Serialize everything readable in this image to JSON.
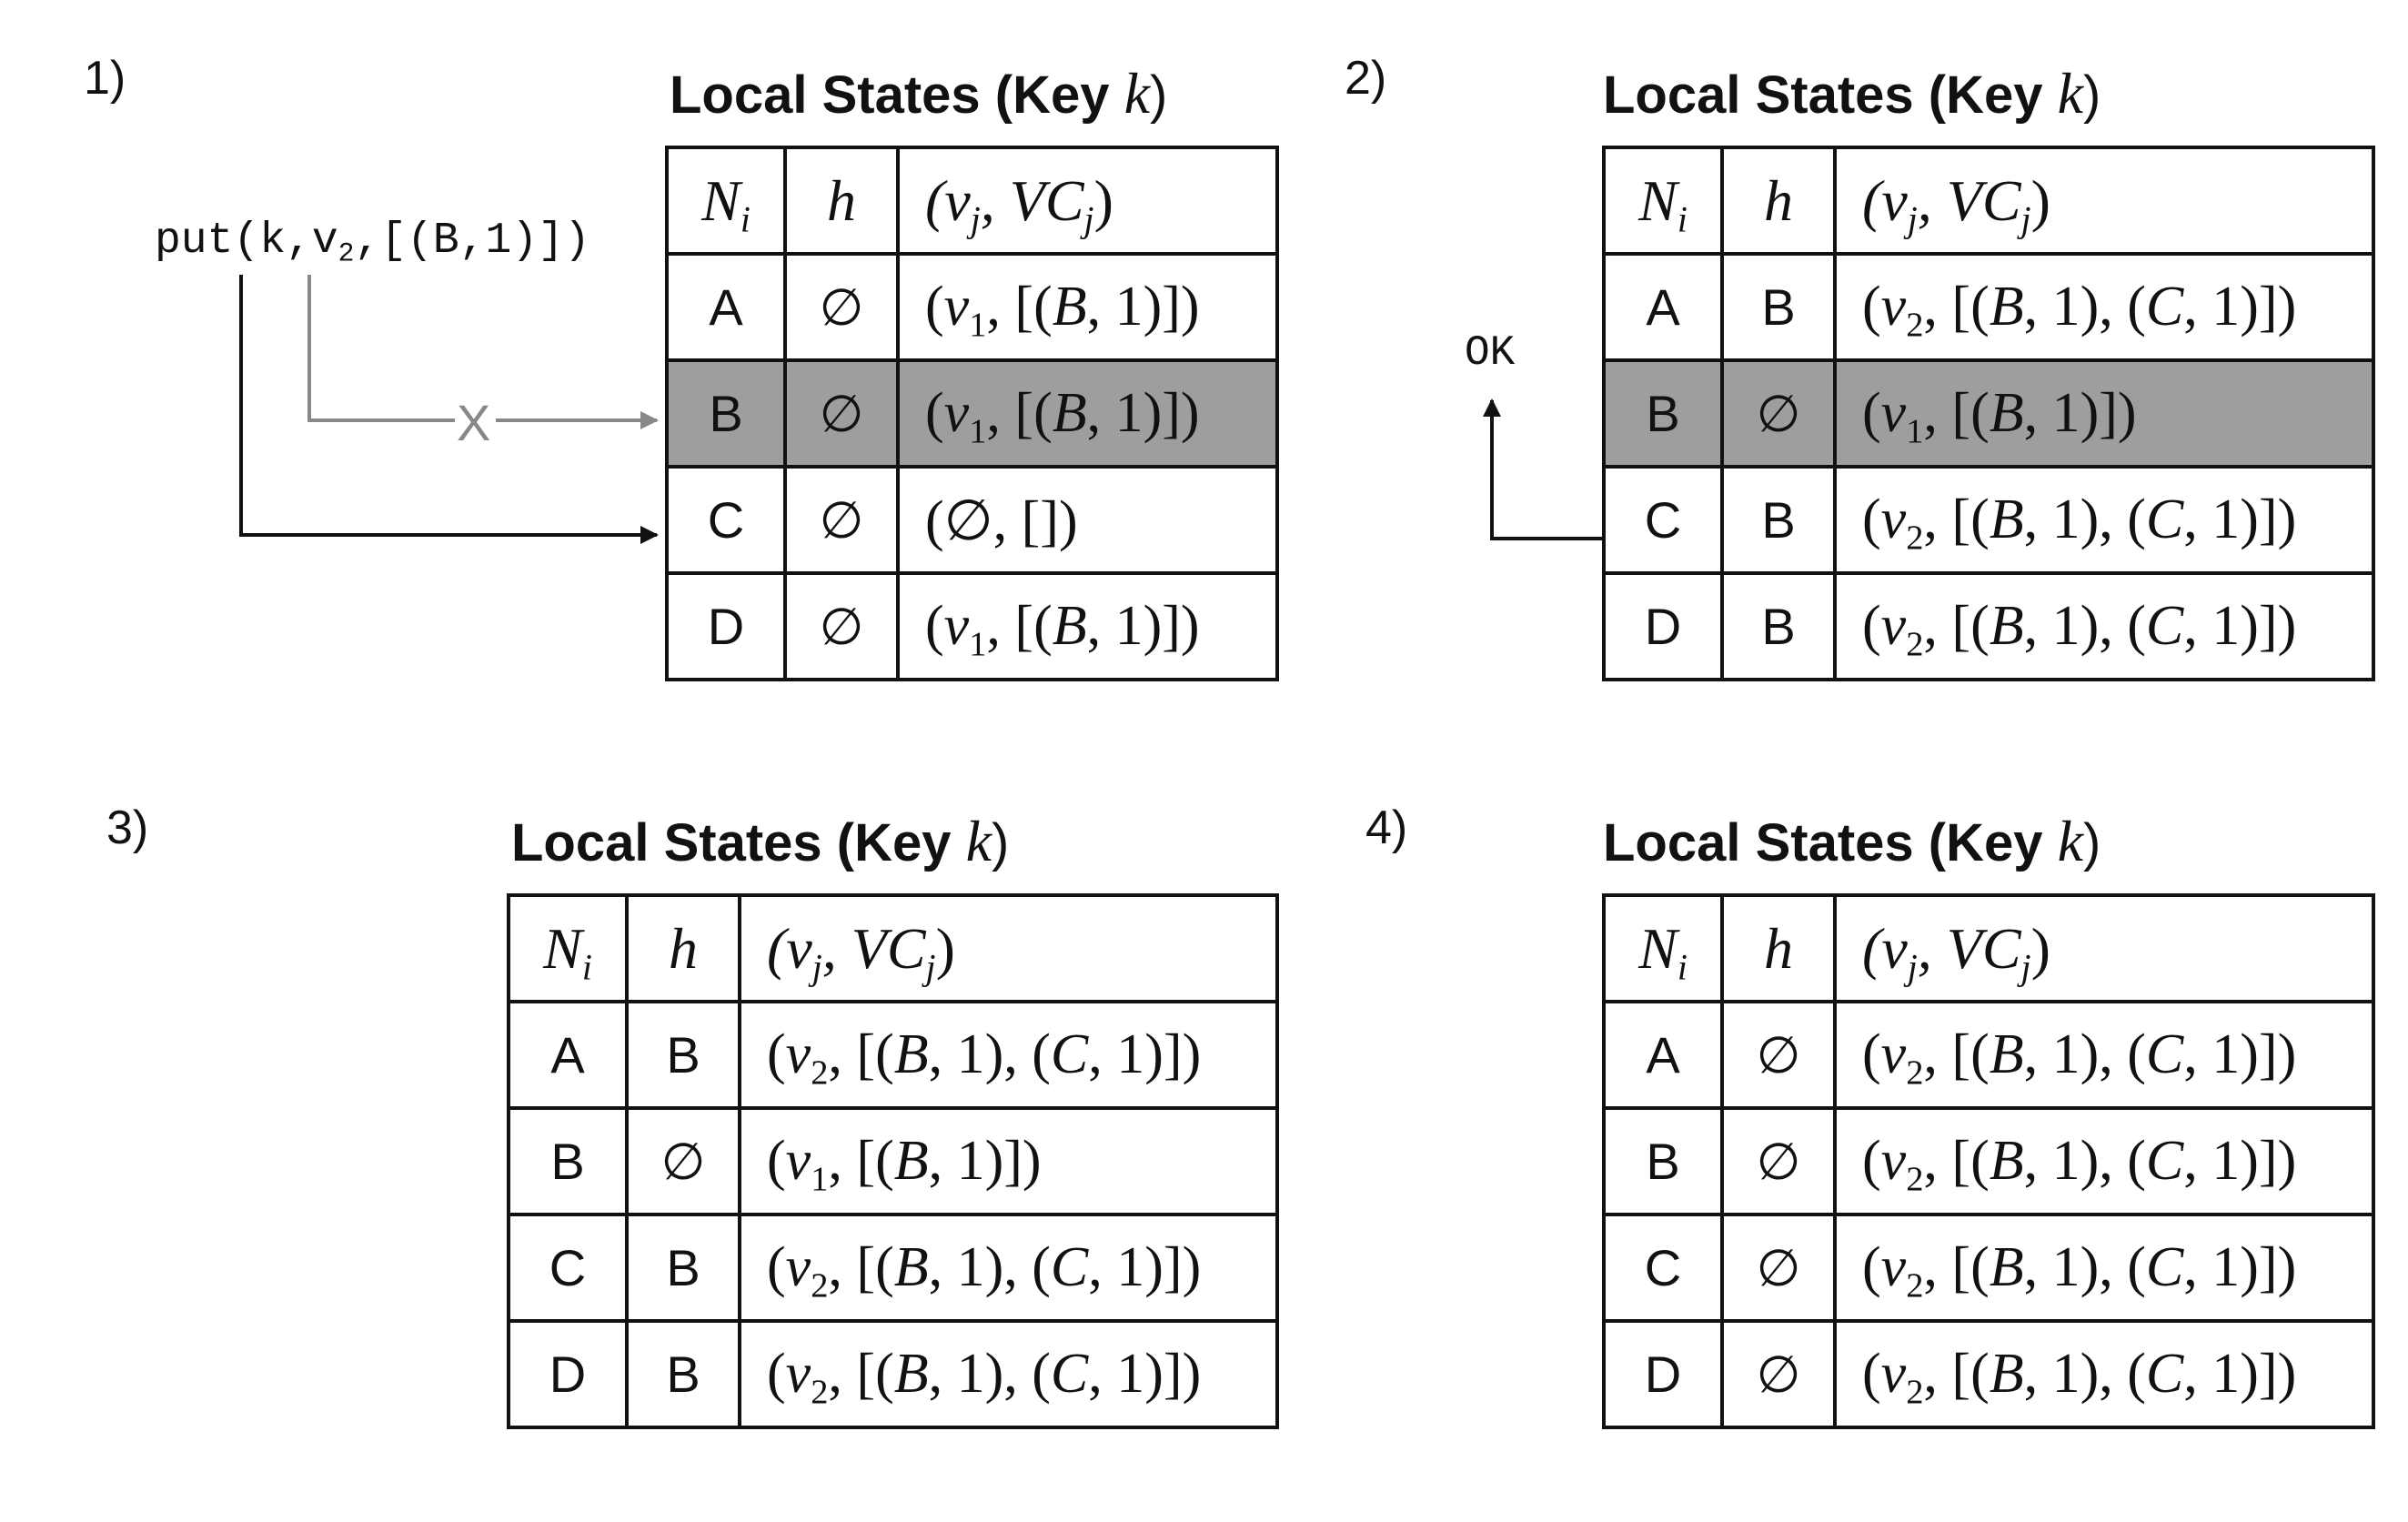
{
  "steps": [
    "1)",
    "2)",
    "3)",
    "4)"
  ],
  "panel_title": "Local States (Key ",
  "key_symbol": "k",
  "title_close": ")",
  "columns": {
    "node": "N",
    "node_sub": "i",
    "hint": "h",
    "value": "(v",
    "value_sub_j": "j",
    "value_vc": ", VC",
    "value_close": ")"
  },
  "request": {
    "prefix": "put(k,v",
    "sub": "2",
    "suffix": ",[(B,1)])"
  },
  "dropped_marker": "X",
  "ack": "OK",
  "empty_symbol": "∅",
  "panels": [
    {
      "rows": [
        {
          "node": "A",
          "hint": "∅",
          "value": "v1_B1"
        },
        {
          "node": "B",
          "hint": "∅",
          "value": "v1_B1",
          "shaded": true
        },
        {
          "node": "C",
          "hint": "∅",
          "value": "empty"
        },
        {
          "node": "D",
          "hint": "∅",
          "value": "v1_B1"
        }
      ]
    },
    {
      "rows": [
        {
          "node": "A",
          "hint": "B",
          "value": "v2_B1C1"
        },
        {
          "node": "B",
          "hint": "∅",
          "value": "v1_B1",
          "shaded": true
        },
        {
          "node": "C",
          "hint": "B",
          "value": "v2_B1C1"
        },
        {
          "node": "D",
          "hint": "B",
          "value": "v2_B1C1"
        }
      ]
    },
    {
      "rows": [
        {
          "node": "A",
          "hint": "B",
          "value": "v2_B1C1"
        },
        {
          "node": "B",
          "hint": "∅",
          "value": "v1_B1"
        },
        {
          "node": "C",
          "hint": "B",
          "value": "v2_B1C1"
        },
        {
          "node": "D",
          "hint": "B",
          "value": "v2_B1C1"
        }
      ]
    },
    {
      "rows": [
        {
          "node": "A",
          "hint": "∅",
          "value": "v2_B1C1"
        },
        {
          "node": "B",
          "hint": "∅",
          "value": "v2_B1C1"
        },
        {
          "node": "C",
          "hint": "∅",
          "value": "v2_B1C1"
        },
        {
          "node": "D",
          "hint": "∅",
          "value": "v2_B1C1"
        }
      ]
    }
  ],
  "values": {
    "v1_B1": {
      "v": "v",
      "sub": "1",
      "rest": ", [(B, 1)])"
    },
    "v2_B1C1": {
      "v": "v",
      "sub": "2",
      "rest": ", [(B, 1), (C, 1)])"
    },
    "empty": {
      "text": "(∅, [])"
    }
  },
  "colors": {
    "shaded_row": "#9e9e9e",
    "ink": "#111111",
    "dropped_arrow": "#888888"
  }
}
